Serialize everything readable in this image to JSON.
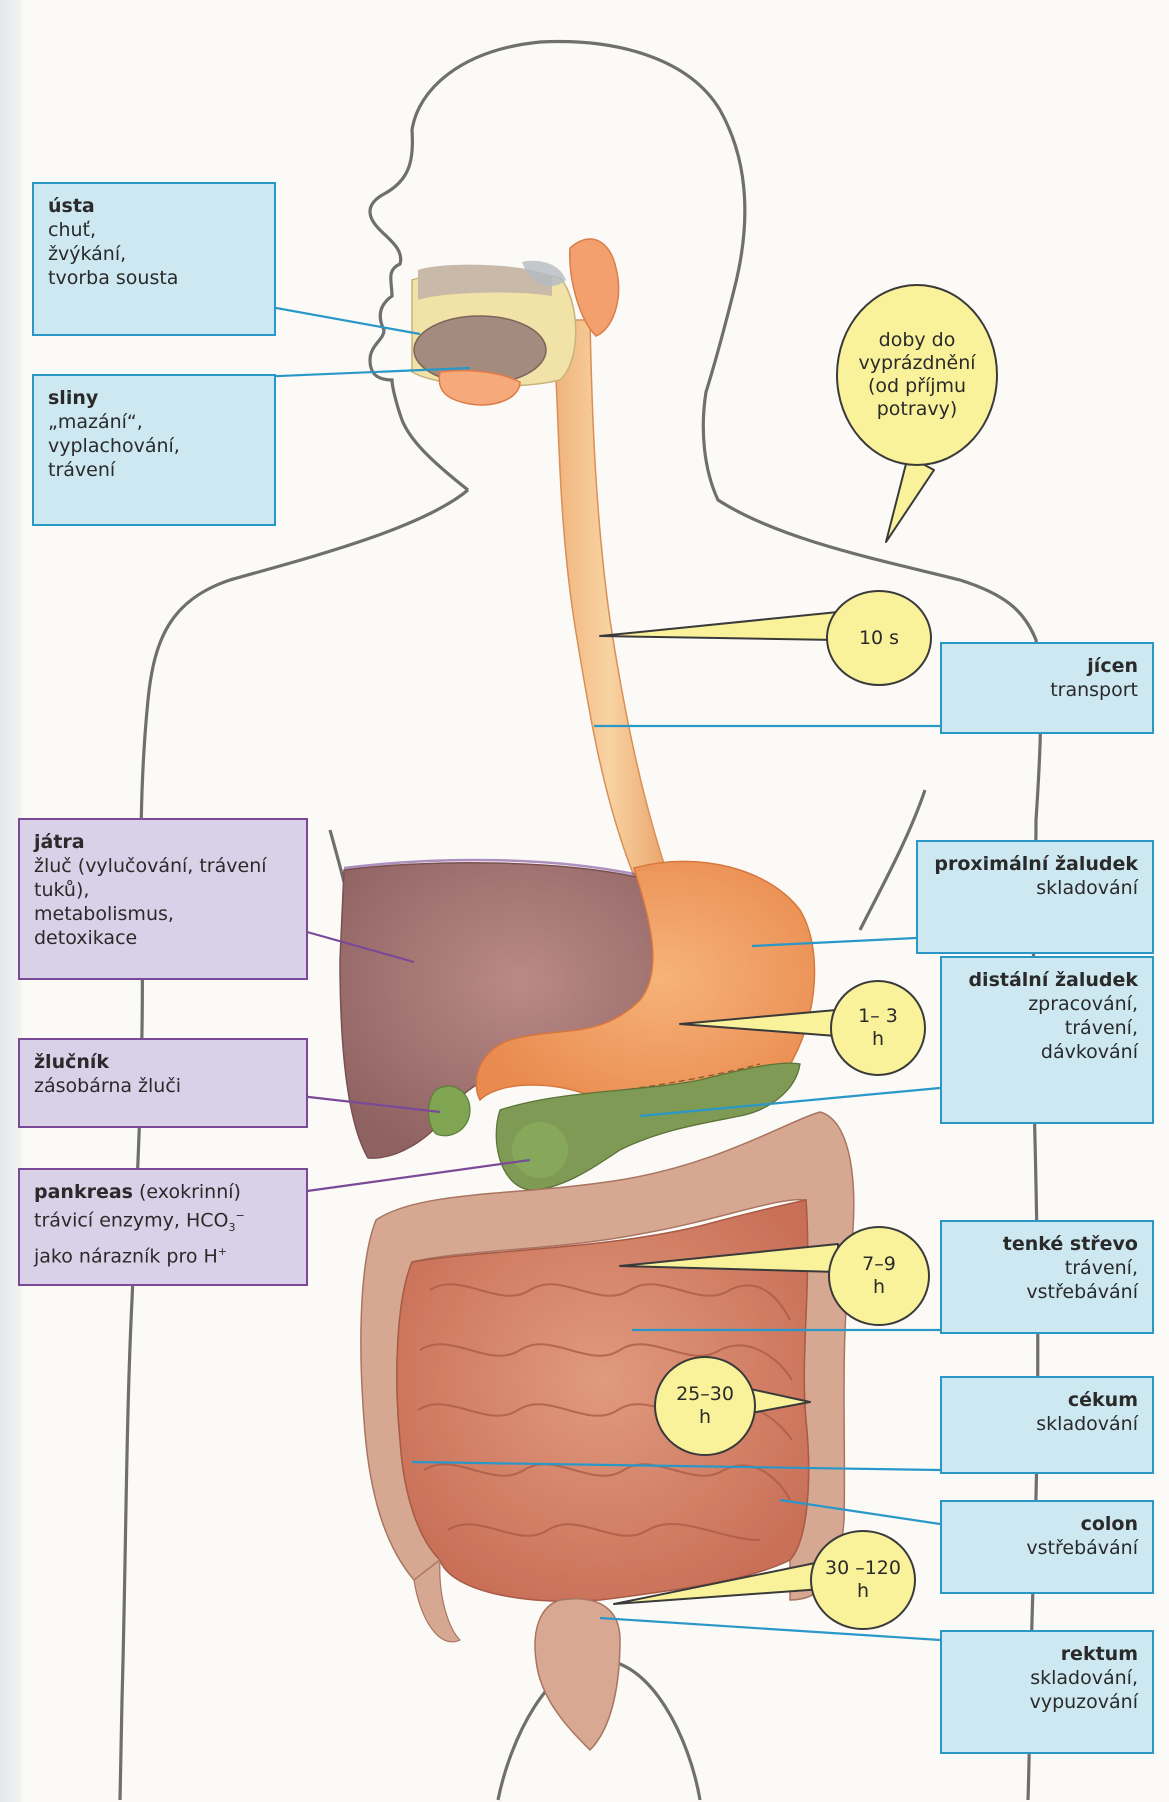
{
  "labels": {
    "usta": {
      "title": "ústa",
      "desc": "chuť,\nžvýkání,\ntvorba sousta"
    },
    "sliny": {
      "title": "sliny",
      "desc": "„mazání“,\nvyplachování,\ntrávení"
    },
    "jatra": {
      "title": "játra",
      "desc": "žluč (vylučování, trávení\ntuků),\nmetabolismus,\ndetoxikace"
    },
    "zlucnik": {
      "title": "žlučník",
      "desc": "zásobárna žluči"
    },
    "pankreas": {
      "title": "pankreas",
      "title_suffix": " (exokrinní)",
      "desc1": "trávicí enzymy, HCO",
      "desc1_sub": "3",
      "desc1_sup": "−",
      "desc2": "jako nárazník pro H",
      "desc2_sup": "+"
    },
    "jicen": {
      "title": "jícen",
      "desc": "transport"
    },
    "proximalni": {
      "title": "proximální žaludek",
      "desc": "skladování"
    },
    "distalni": {
      "title": "distální žaludek",
      "desc": "zpracování,\ntrávení,\ndávkování"
    },
    "tenke": {
      "title": "tenké střevo",
      "desc": "trávení,\nvstřebávání"
    },
    "cekum": {
      "title": "cékum",
      "desc": "skladování"
    },
    "colon": {
      "title": "colon",
      "desc": "vstřebávání"
    },
    "rektum": {
      "title": "rektum",
      "desc": "skladování,\nvypuzování"
    }
  },
  "bubbles": {
    "header": "doby do\nvyprázdnění\n(od příjmu\npotravy)",
    "jicen": "10 s",
    "zaludek": "1– 3\nh",
    "tenke": "7–9\nh",
    "cekum": "25–30\nh",
    "colon": "30 –120\nh"
  },
  "colors": {
    "blue_border": "#2a97c9",
    "blue_fill": "#cde8f1",
    "purple_border": "#7a4a98",
    "purple_fill": "#d9d1e7",
    "bubble_fill": "#f9f29a"
  }
}
